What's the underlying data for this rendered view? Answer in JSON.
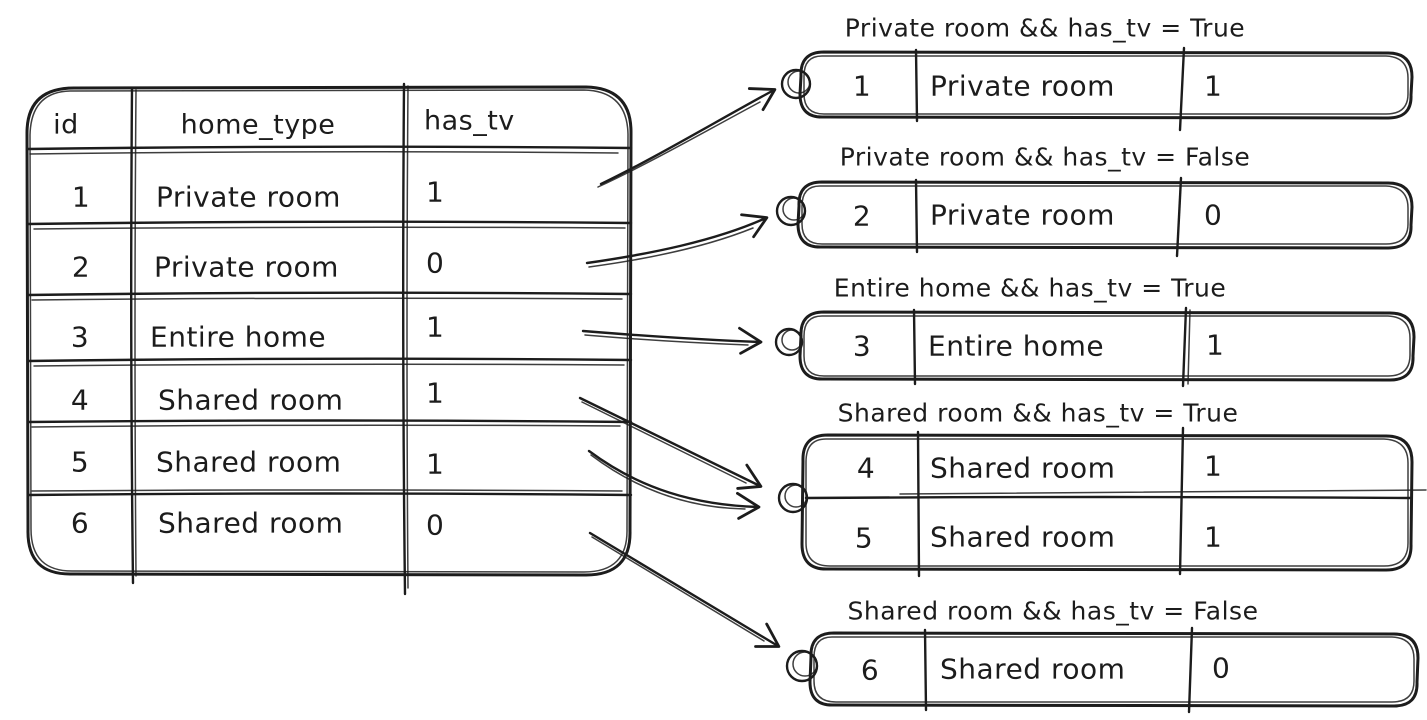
{
  "main_table": {
    "headers": {
      "id": "id",
      "home_type": "home_type",
      "has_tv": "has_tv"
    },
    "rows": [
      {
        "id": "1",
        "home_type": "Private room",
        "has_tv": "1"
      },
      {
        "id": "2",
        "home_type": "Private room",
        "has_tv": "0"
      },
      {
        "id": "3",
        "home_type": "Entire home",
        "has_tv": "1"
      },
      {
        "id": "4",
        "home_type": "Shared room",
        "has_tv": "1"
      },
      {
        "id": "5",
        "home_type": "Shared room",
        "has_tv": "1"
      },
      {
        "id": "6",
        "home_type": "Shared room",
        "has_tv": "0"
      }
    ]
  },
  "groups": [
    {
      "label": "Private room && has_tv = True",
      "rows": [
        {
          "id": "1",
          "home_type": "Private room",
          "has_tv": "1"
        }
      ]
    },
    {
      "label": "Private room && has_tv = False",
      "rows": [
        {
          "id": "2",
          "home_type": "Private room",
          "has_tv": "0"
        }
      ]
    },
    {
      "label": "Entire home && has_tv = True",
      "rows": [
        {
          "id": "3",
          "home_type": "Entire home",
          "has_tv": "1"
        }
      ]
    },
    {
      "label": "Shared room && has_tv = True",
      "rows": [
        {
          "id": "4",
          "home_type": "Shared room",
          "has_tv": "1"
        },
        {
          "id": "5",
          "home_type": "Shared room",
          "has_tv": "1"
        }
      ]
    },
    {
      "label": "Shared room && has_tv = False",
      "rows": [
        {
          "id": "6",
          "home_type": "Shared room",
          "has_tv": "0"
        }
      ]
    }
  ],
  "colors": {
    "ink": "#1c1c1c",
    "background": "#ffffff"
  }
}
